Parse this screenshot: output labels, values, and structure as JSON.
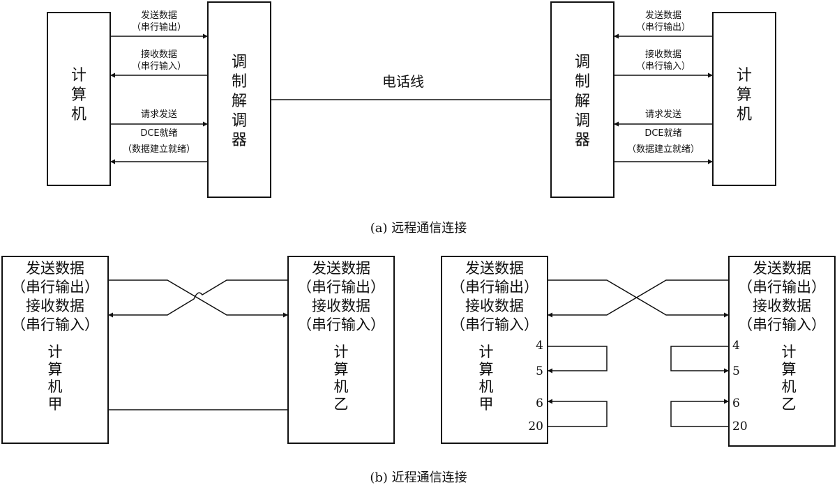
{
  "part_a": {
    "computer_label": [
      "计",
      "算",
      "机"
    ],
    "modem_label": [
      "调",
      "制",
      "解",
      "调",
      "器"
    ],
    "phone_line": "电话线",
    "signals": {
      "send_1": "发送数据",
      "send_2": "（串行输出）",
      "recv_1": "接收数据",
      "recv_2": "（串行输入）",
      "request_send": "请求发送",
      "dce_ready": "DCE就绪",
      "data_ready": "（数据建立就绪）"
    },
    "caption": "(a) 远程通信连接"
  },
  "part_b": {
    "block_lines": [
      "发送数据",
      "（串行输出）",
      "接收数据",
      "（串行输入）"
    ],
    "computer_a_label": [
      "计",
      "算",
      "机",
      "甲"
    ],
    "computer_b_label": [
      "计",
      "算",
      "机",
      "乙"
    ],
    "pins": [
      "4",
      "5",
      "6",
      "20"
    ],
    "caption": "(b) 近程通信连接"
  }
}
